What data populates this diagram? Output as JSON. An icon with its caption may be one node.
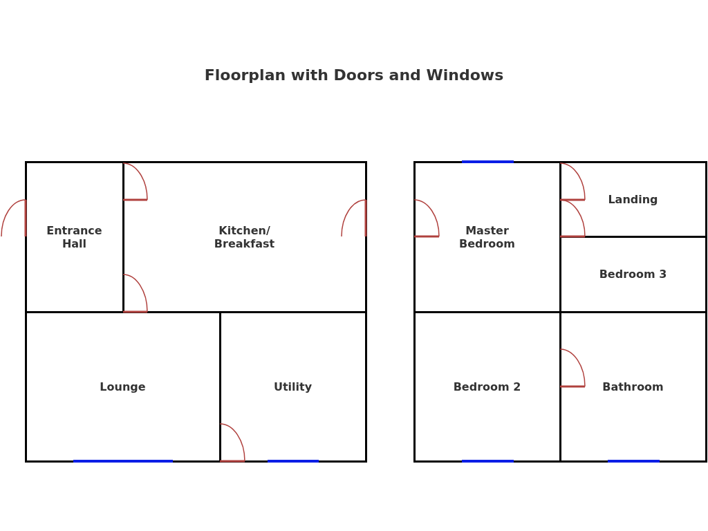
{
  "diagram": {
    "title": "Floorplan with Doors and Windows",
    "nodes": [
      {
        "text": [
          "Entrance Hall"
        ]
      },
      {
        "text": [
          "Kitchen/ Breakfast"
        ]
      },
      {
        "text": [
          "Lounge"
        ]
      },
      {
        "text": [
          "Utility"
        ]
      },
      {
        "text": [
          "Master Bedroom"
        ]
      },
      {
        "text": [
          "Landing"
        ]
      },
      {
        "text": [
          "Bedroom 3"
        ]
      },
      {
        "text": [
          "Bedroom 2"
        ]
      },
      {
        "text": [
          "Bathroom"
        ]
      }
    ]
  }
}
